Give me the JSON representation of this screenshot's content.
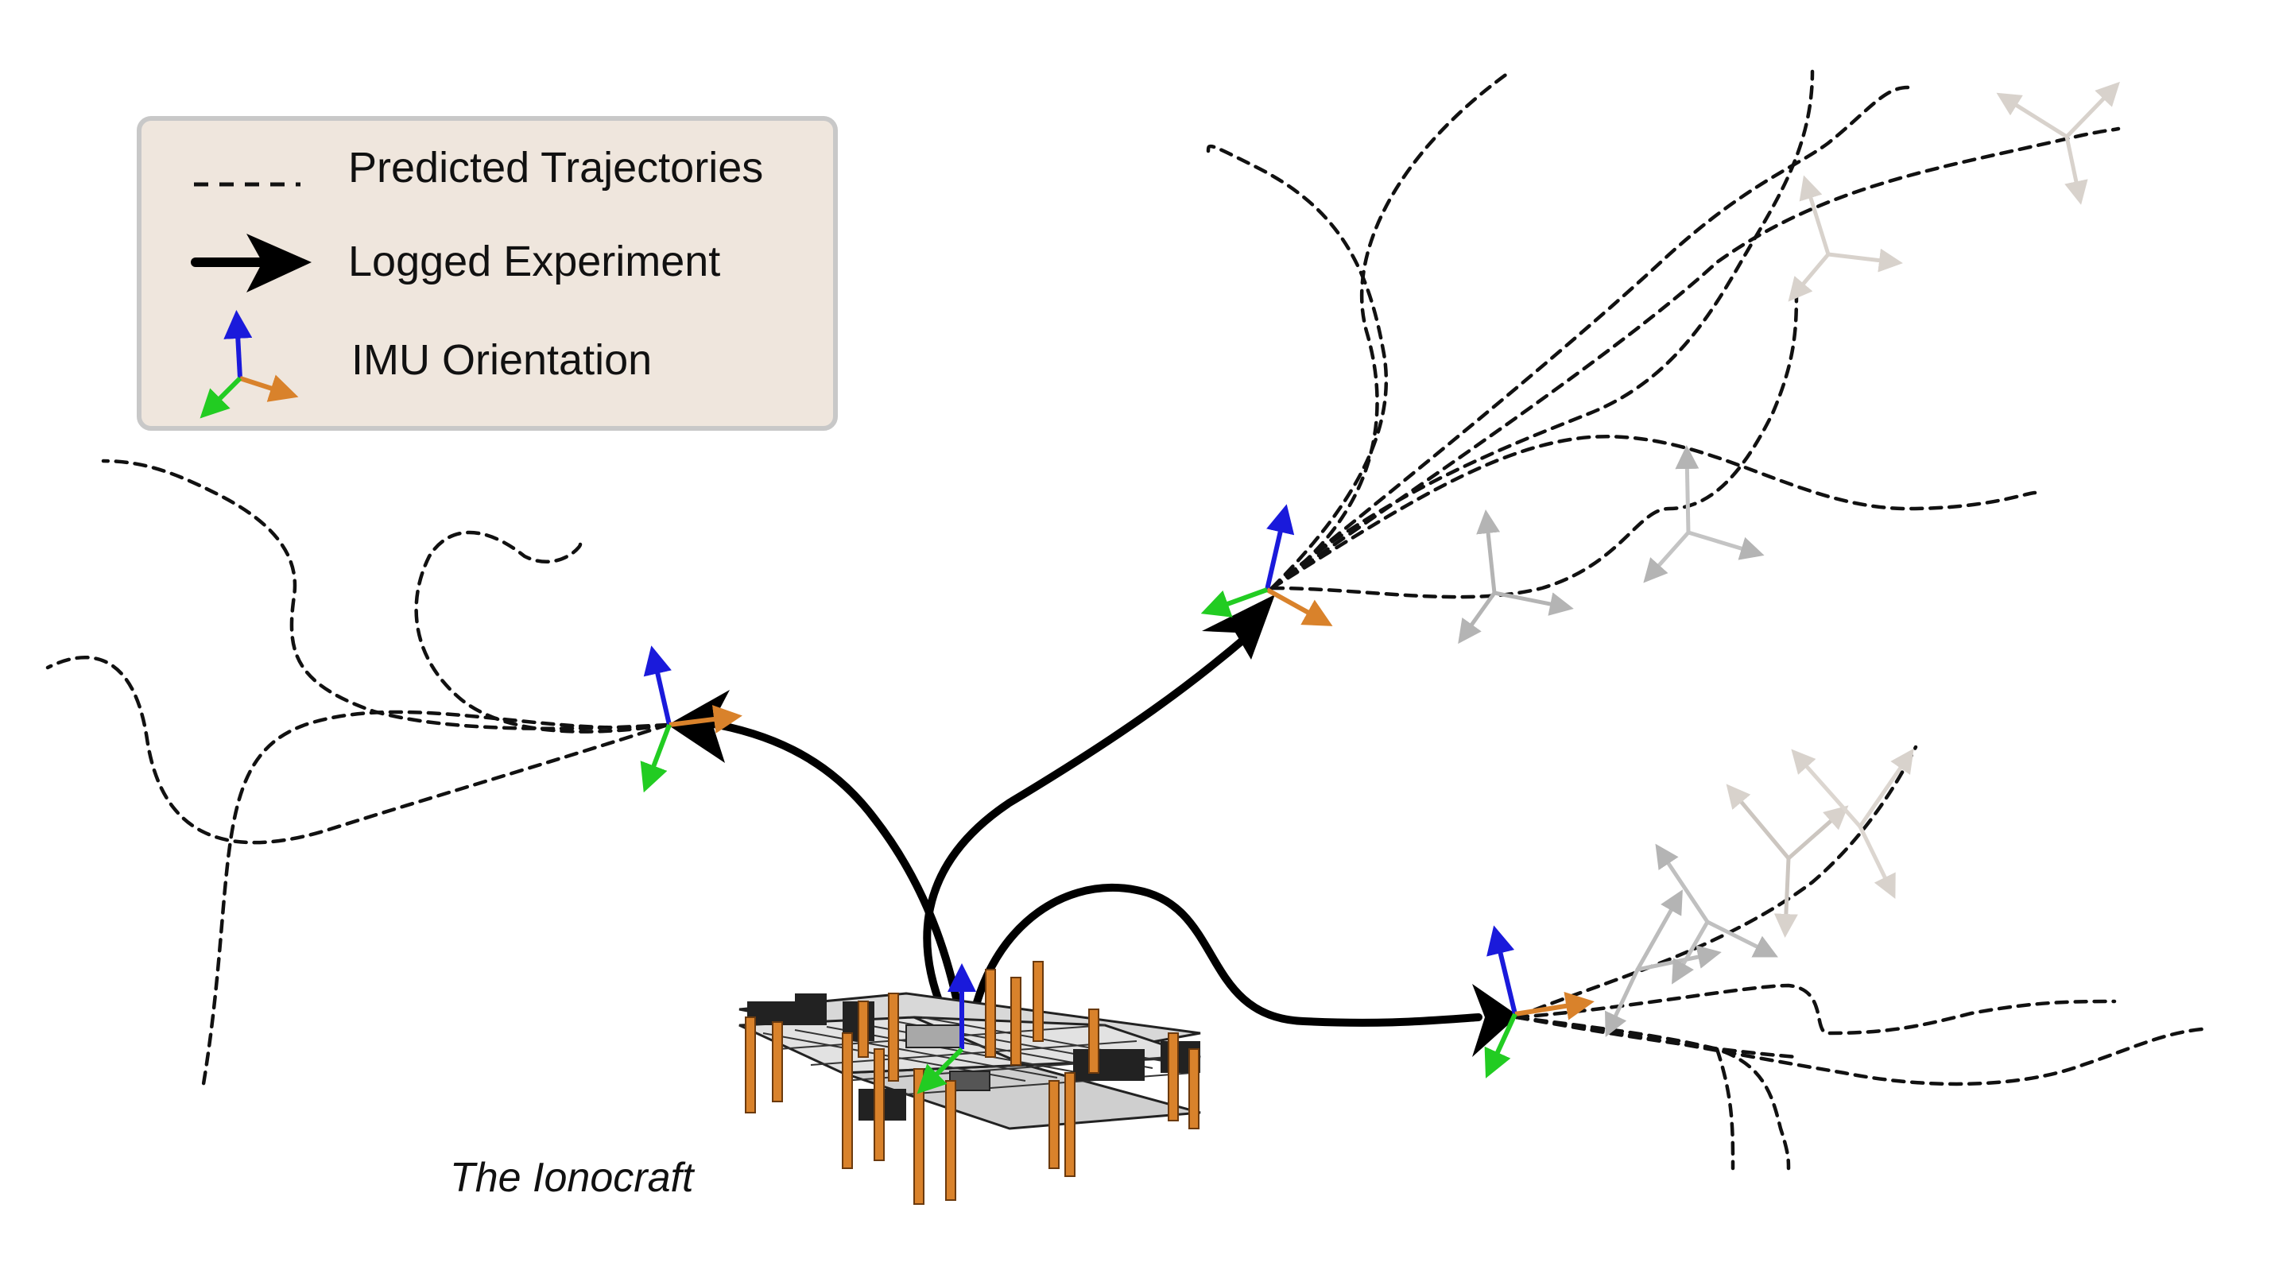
{
  "legend": {
    "predicted_label": "Predicted Trajectories",
    "logged_label": "Logged Experiment",
    "imu_label": "IMU Orientation"
  },
  "craft_label": "The Ionocraft",
  "colors": {
    "legend_bg": "#efe6dd",
    "legend_border": "#c8c8c8",
    "axis_up": "#1a1adb",
    "axis_right": "#d9822b",
    "axis_down": "#22cc22",
    "ghost_axis": "#b4b4b4",
    "trajectory": "#111111"
  },
  "icons": [
    "dashed-line-icon",
    "black-arrow-icon",
    "imu-axes-icon",
    "ionocraft-drawing"
  ]
}
